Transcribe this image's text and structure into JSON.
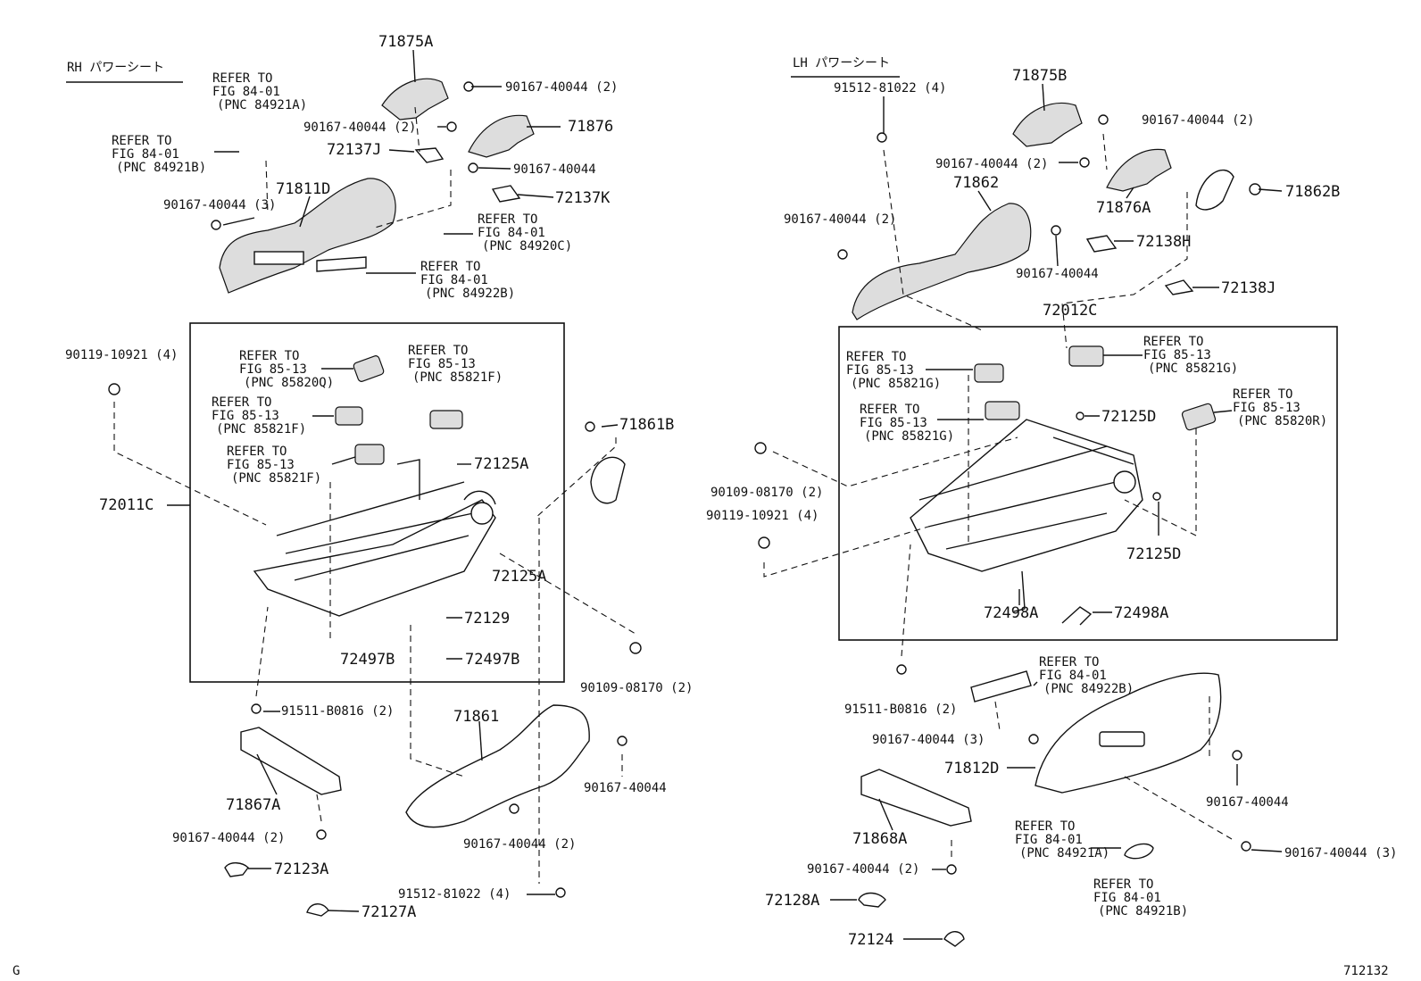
{
  "rh": {
    "header": "RH パワーシート",
    "refs": [
      {
        "t1": "REFER TO",
        "t2": "FIG 84-01",
        "t3": "(PNC 84921A)"
      },
      {
        "t1": "REFER TO",
        "t2": "FIG 84-01",
        "t3": "(PNC 84921B)"
      },
      {
        "t1": "REFER TO",
        "t2": "FIG 84-01",
        "t3": "(PNC 84920C)"
      },
      {
        "t1": "REFER TO",
        "t2": "FIG 84-01",
        "t3": "(PNC 84922B)"
      },
      {
        "t1": "REFER TO",
        "t2": "FIG 85-13",
        "t3": "(PNC 85820Q)"
      },
      {
        "t1": "REFER TO",
        "t2": "FIG 85-13",
        "t3": "(PNC 85821F)"
      },
      {
        "t1": "REFER TO",
        "t2": "FIG 85-13",
        "t3": "(PNC 85821F)"
      },
      {
        "t1": "REFER TO",
        "t2": "FIG 85-13",
        "t3": "(PNC 85821F)"
      }
    ],
    "parts": [
      "71875A",
      "90167-40044 (2)",
      "90167-40044 (2)",
      "71876",
      "72137J",
      "90167-40044",
      "71811D",
      "72137K",
      "90167-40044 (3)",
      "90119-10921 (4)",
      "71861B",
      "72125A",
      "72011C",
      "72125A",
      "72129",
      "72497B",
      "72497B",
      "90109-08170 (2)",
      "91511-B0816 (2)",
      "71861",
      "90167-40044",
      "71867A",
      "90167-40044 (2)",
      "90167-40044 (2)",
      "72123A",
      "91512-81022 (4)",
      "72127A"
    ]
  },
  "lh": {
    "header": "LH パワーシート",
    "refs": [
      {
        "t1": "REFER TO",
        "t2": "FIG 85-13",
        "t3": "(PNC 85821G)"
      },
      {
        "t1": "REFER TO",
        "t2": "FIG 85-13",
        "t3": "(PNC 85821G)"
      },
      {
        "t1": "REFER TO",
        "t2": "FIG 85-13",
        "t3": "(PNC 85821G)"
      },
      {
        "t1": "REFER TO",
        "t2": "FIG 85-13",
        "t3": "(PNC 85820R)"
      },
      {
        "t1": "REFER TO",
        "t2": "FIG 84-01",
        "t3": "(PNC 84922B)"
      },
      {
        "t1": "REFER TO",
        "t2": "FIG 84-01",
        "t3": "(PNC 84921A)"
      },
      {
        "t1": "REFER TO",
        "t2": "FIG 84-01",
        "t3": "(PNC 84921B)"
      }
    ],
    "parts": [
      "91512-81022 (4)",
      "71875B",
      "90167-40044 (2)",
      "90167-40044 (2)",
      "71862B",
      "71862",
      "90167-40044 (2)",
      "71876A",
      "72138H",
      "90167-40044",
      "72138J",
      "72012C",
      "72125D",
      "90109-08170 (2)",
      "90119-10921 (4)",
      "72125D",
      "72498A",
      "72498A",
      "91511-B0816 (2)",
      "90167-40044 (3)",
      "71812D",
      "90167-40044",
      "71868A",
      "90167-40044 (3)",
      "90167-40044 (2)",
      "72128A",
      "72124"
    ]
  },
  "footer": {
    "left_mark": "G",
    "code": "712132"
  }
}
